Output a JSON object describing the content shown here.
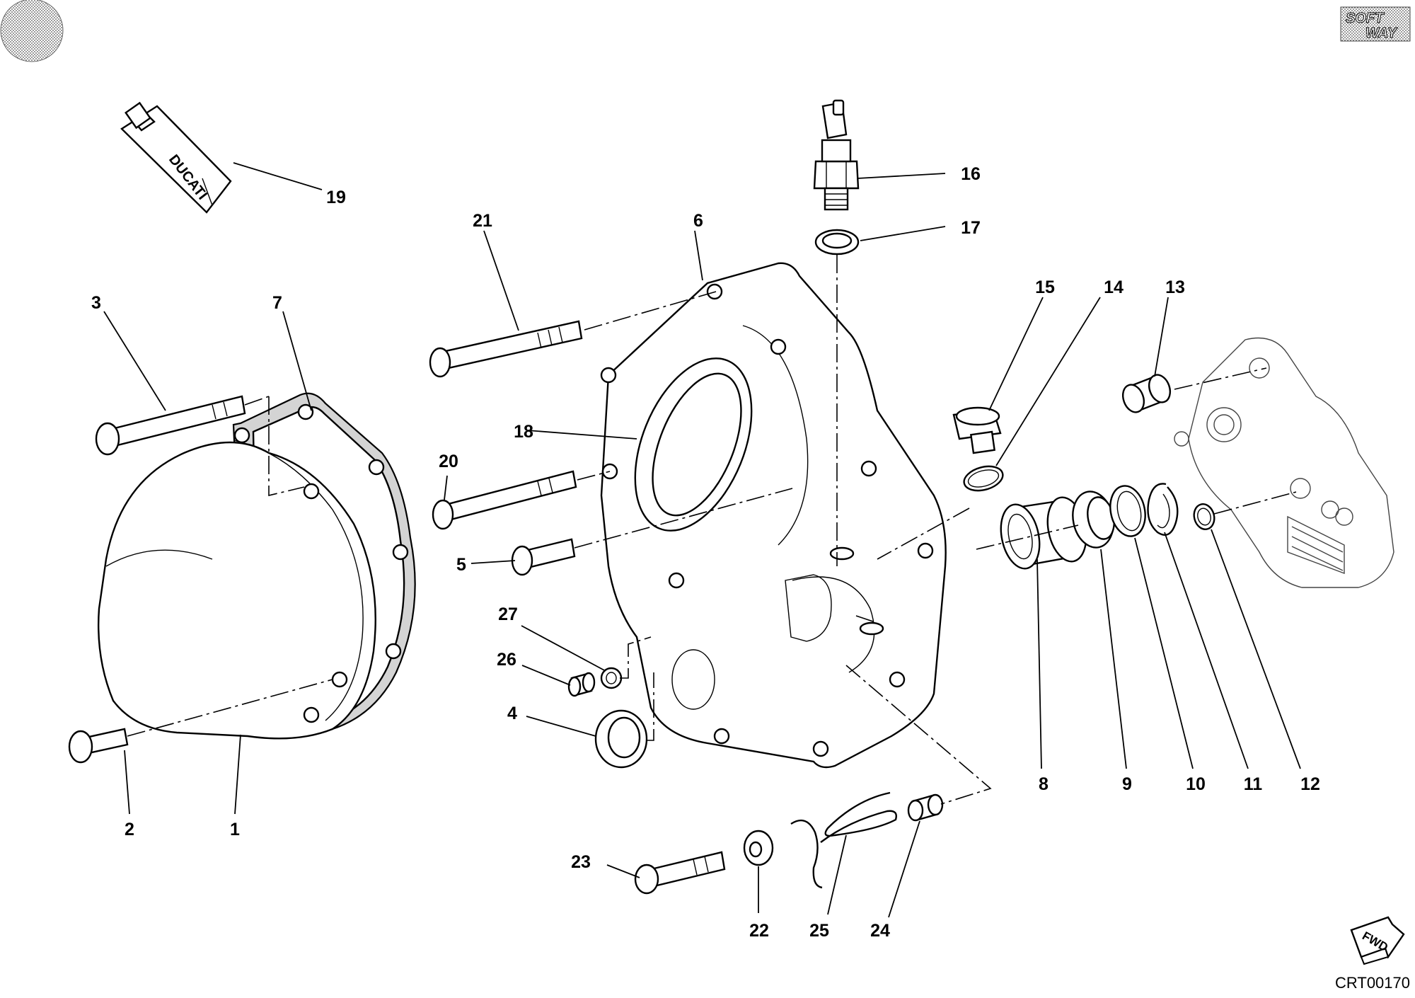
{
  "diagram": {
    "part_numbers": [
      "1",
      "2",
      "3",
      "4",
      "5",
      "6",
      "7",
      "8",
      "9",
      "10",
      "11",
      "12",
      "13",
      "14",
      "15",
      "16",
      "17",
      "18",
      "19",
      "20",
      "21",
      "22",
      "23",
      "24",
      "25",
      "26",
      "27"
    ],
    "tube_brand": "DUCATI",
    "logo": {
      "line1": "SOFT",
      "line2": "WAY"
    },
    "fwd_label": "FWD",
    "drawing_code": "CRT00170"
  },
  "colors": {
    "ink": "#000000",
    "background": "#ffffff",
    "shade": "#d4d4d4"
  }
}
